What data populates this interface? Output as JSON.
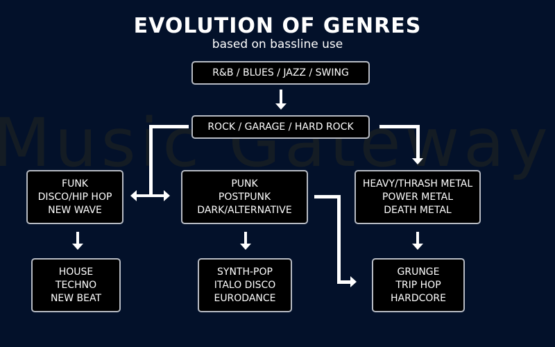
{
  "header": {
    "title": "EVOLUTION OF GENRES",
    "subtitle": "based on bassline use"
  },
  "watermark": "Music Gateway",
  "colors": {
    "background": "#03112a",
    "box_fill": "#000000",
    "box_border": "#b8bcc4",
    "arrow": "#ffffff",
    "text": "#ffffff"
  },
  "nodes": {
    "roots": {
      "lines": [
        "R&B / BLUES / JAZZ / SWING"
      ]
    },
    "rock": {
      "lines": [
        "ROCK / GARAGE / HARD ROCK"
      ]
    },
    "funk": {
      "lines": [
        "FUNK",
        "DISCO/HIP HOP",
        "NEW WAVE"
      ]
    },
    "punk": {
      "lines": [
        "PUNK",
        "POSTPUNK",
        "DARK/ALTERNATIVE"
      ]
    },
    "metal": {
      "lines": [
        "HEAVY/THRASH METAL",
        "POWER METAL",
        "DEATH METAL"
      ]
    },
    "house": {
      "lines": [
        "HOUSE",
        "TECHNO",
        "NEW BEAT"
      ]
    },
    "synth": {
      "lines": [
        "SYNTH-POP",
        "ITALO DISCO",
        "EURODANCE"
      ]
    },
    "grunge": {
      "lines": [
        "GRUNGE",
        "TRIP HOP",
        "HARDCORE"
      ]
    }
  },
  "edges": [
    {
      "from": "roots",
      "to": "rock"
    },
    {
      "from": "rock",
      "to": "funk"
    },
    {
      "from": "rock",
      "to": "punk"
    },
    {
      "from": "rock",
      "to": "metal"
    },
    {
      "from": "funk",
      "to": "house"
    },
    {
      "from": "punk",
      "to": "synth"
    },
    {
      "from": "punk",
      "to": "grunge"
    },
    {
      "from": "metal",
      "to": "grunge"
    }
  ]
}
